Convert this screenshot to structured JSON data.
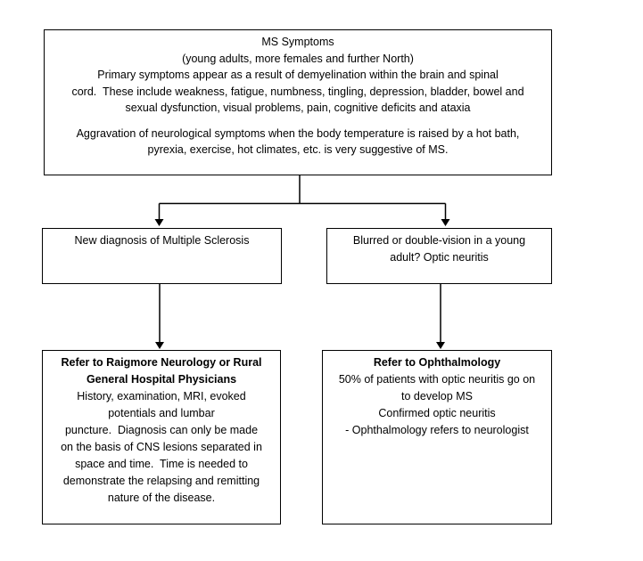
{
  "diagram": {
    "top_box": {
      "title": "MS Symptoms",
      "subtitle": "(young adults, more females and further North)",
      "paragraph1": "Primary symptoms appear as a result of demyelination within the brain and spinal\ncord.  These include weakness, fatigue, numbness, tingling, depression, bladder, bowel and\nsexual dysfunction, visual problems, pain, cognitive deficits and ataxia",
      "paragraph2": "Aggravation of neurological symptoms when the body temperature is raised by a hot bath,\npyrexia, exercise, hot climates, etc. is very suggestive of MS."
    },
    "left_branch_box": {
      "text": "New diagnosis of Multiple Sclerosis"
    },
    "right_branch_box": {
      "text": "Blurred or double-vision in a young\nadult? Optic neuritis"
    },
    "left_outcome_box": {
      "heading": "Refer to Raigmore Neurology or Rural\nGeneral Hospital Physicians",
      "body": "History, examination, MRI, evoked\npotentials and lumbar\npuncture.  Diagnosis can only be made\non the basis of CNS lesions separated in\nspace and time.  Time is needed to\ndemonstrate the relapsing and remitting\nnature of the disease."
    },
    "right_outcome_box": {
      "heading": "Refer to Ophthalmology",
      "body": "50% of patients with optic neuritis go on\nto develop MS\nConfirmed optic neuritis\n- Ophthalmology refers to neurologist"
    },
    "colors": {
      "border": "#000000",
      "text": "#000000",
      "background": "#ffffff"
    }
  }
}
